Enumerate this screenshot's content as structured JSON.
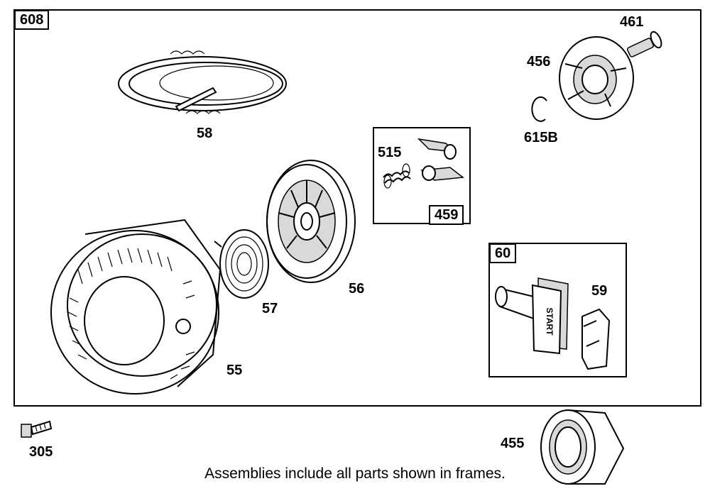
{
  "frames": {
    "main": "608",
    "pawl_kit": "459",
    "handle_kit": "60"
  },
  "parts": {
    "p55": "55",
    "p56": "56",
    "p57": "57",
    "p58": "58",
    "p59": "59",
    "p305": "305",
    "p455": "455",
    "p456": "456",
    "p461": "461",
    "p515": "515",
    "p615b": "615B"
  },
  "handle_text": "START",
  "caption": "Assemblies include all parts shown in frames."
}
